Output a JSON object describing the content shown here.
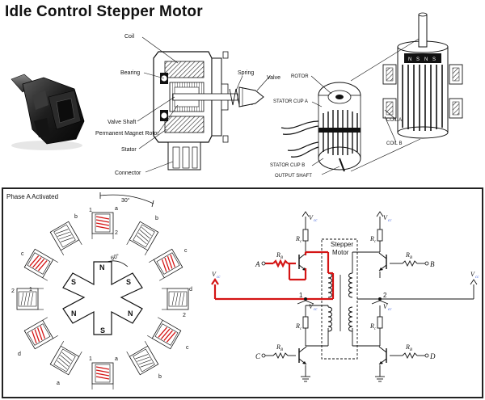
{
  "title": "Idle Control Stepper Motor",
  "cutaway": {
    "labels": {
      "coil": "Coil",
      "bearing": "Bearing",
      "valve_shaft": "Valve Shaft",
      "permanent_magnet_rotor": "Permanent Magnet Rotor",
      "stator": "Stator",
      "connector": "Connector",
      "spring": "Spring",
      "valve": "Valve"
    }
  },
  "exploded": {
    "labels": {
      "rotor": "ROTOR",
      "stator_cup_a": "STATOR CUP A",
      "stator_cup_b": "STATOR CUP B",
      "output_shaft": "OUTPUT SHAFT",
      "coil_a": "COIL A",
      "coil_b": "COIL B"
    },
    "magnet_letters": [
      "N",
      "S",
      "N",
      "S"
    ]
  },
  "phase_diagram": {
    "title": "Phase A Activated",
    "angle_outer": "30°",
    "angle_inner": "60°",
    "rotor_poles": [
      "N",
      "S",
      "N",
      "S",
      "N",
      "S"
    ],
    "coil_letters": [
      "a",
      "b",
      "c",
      "d"
    ],
    "coil_numbers": [
      "1",
      "2"
    ]
  },
  "circuit": {
    "box_label_line1": "Stepper",
    "box_label_line2": "Motor",
    "vcc": "V",
    "vcc_sub": "cc",
    "rc": "R",
    "rc_sub": "c",
    "rb": "R",
    "rb_sub": "B",
    "inputs": [
      "A",
      "B",
      "C",
      "D"
    ],
    "nodes": [
      "1",
      "2"
    ]
  },
  "colors": {
    "highlight": "#d41414",
    "ink": "#111111",
    "frame": "#222222"
  }
}
